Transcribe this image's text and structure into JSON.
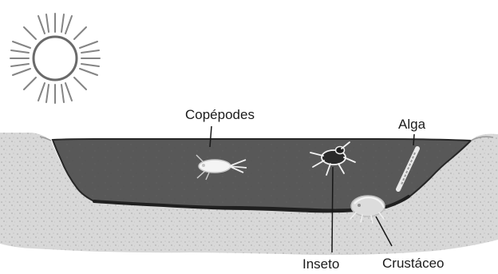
{
  "labels": {
    "copepodes": "Copépodes",
    "alga": "Alga",
    "inseto": "Inseto",
    "crustaceo": "Crustáceo"
  },
  "icons": {
    "sun": "sun-icon",
    "pond": "pond-icon",
    "copepod": "copepod-icon",
    "insect": "insect-icon",
    "alga": "alga-icon",
    "crustacean": "crustacean-icon"
  },
  "colors": {
    "background": "#ffffff",
    "water": "#565656",
    "soil": "#d2d2d2",
    "soil_dark": "#a8a8a8",
    "ink": "#1b1b1b"
  }
}
